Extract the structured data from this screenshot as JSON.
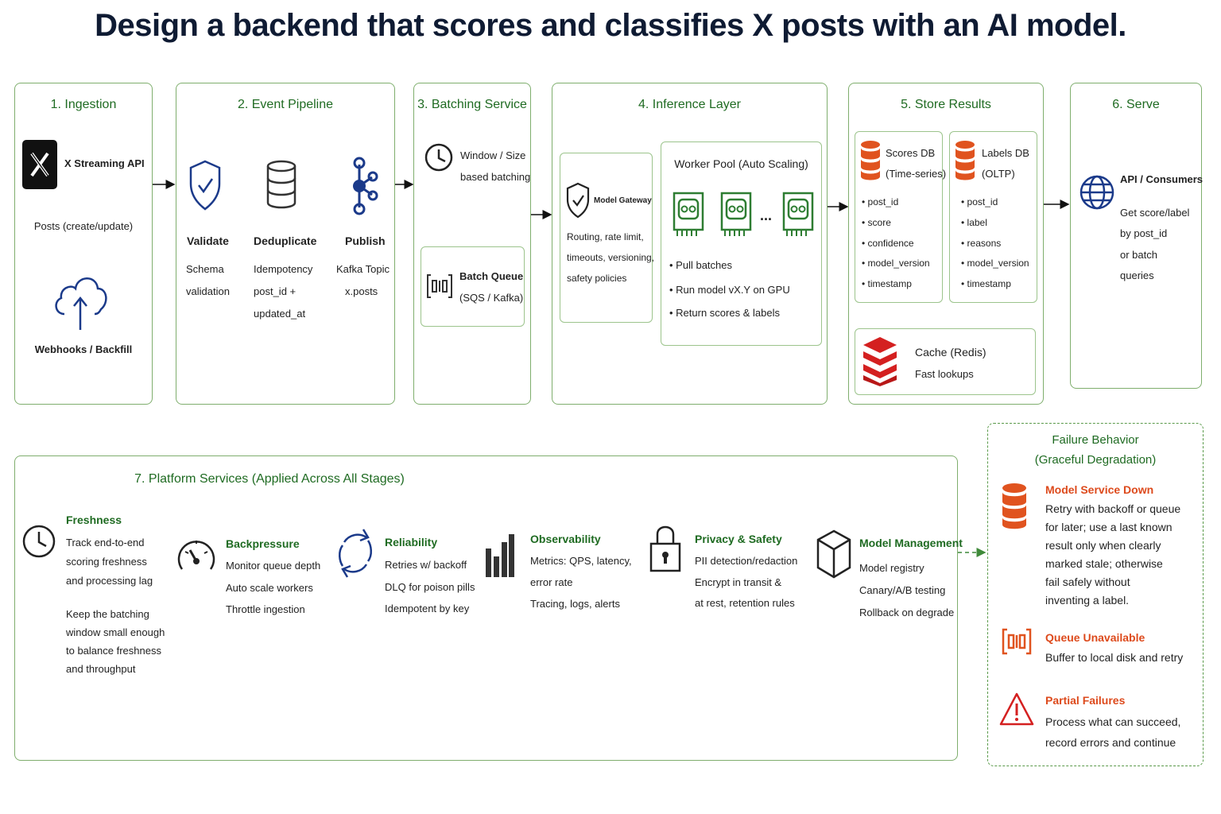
{
  "title": "Design a backend that scores and classifies X posts with an AI model.",
  "colors": {
    "stage_border": "#7fae6d",
    "heading_green": "#1f6b22",
    "navy": "#1b3a8a",
    "orange": "#e0531f",
    "red": "#d42020"
  },
  "ingestion": {
    "heading": "1. Ingestion",
    "api_label": "X Streaming API",
    "api_sub": "Posts (create/update)",
    "webhooks": "Webhooks / Backfill",
    "icons": [
      "x-logo-icon",
      "cloud-upload-icon"
    ]
  },
  "pipeline": {
    "heading": "2. Event Pipeline",
    "steps": [
      {
        "label": "Validate",
        "lines": [
          "Schema",
          "validation"
        ],
        "icon": "shield-check-icon"
      },
      {
        "label": "Deduplicate",
        "lines": [
          "Idempotency",
          "post_id +",
          "updated_at"
        ],
        "icon": "database-icon"
      },
      {
        "label": "Publish",
        "lines": [
          "Kafka Topic",
          "x.posts"
        ],
        "icon": "kafka-icon"
      }
    ]
  },
  "batching": {
    "heading": "3. Batching Service",
    "window_lines": [
      "Window / Size",
      "based batching"
    ],
    "queue_title": "Batch Queue",
    "queue_sub": "(SQS / Kafka)"
  },
  "inference": {
    "heading": "4. Inference Layer",
    "gateway_title": "Model Gateway",
    "gateway_lines": [
      "Routing, rate limit,",
      "timeouts, versioning,",
      "safety policies"
    ],
    "pool_title": "Worker Pool (Auto Scaling)",
    "pool_ellipsis": "...",
    "pool_bullets": [
      "Pull batches",
      "Run model vX.Y on GPU",
      "Return scores & labels"
    ]
  },
  "store": {
    "heading": "5. Store Results",
    "scores_title": [
      "Scores DB",
      "(Time-series)"
    ],
    "scores_fields": [
      "post_id",
      "score",
      "confidence",
      "model_version",
      "timestamp"
    ],
    "labels_title": [
      "Labels DB",
      "(OLTP)"
    ],
    "labels_fields": [
      "post_id",
      "label",
      "reasons",
      "model_version",
      "timestamp"
    ],
    "cache_title": "Cache (Redis)",
    "cache_sub": "Fast lookups"
  },
  "serve": {
    "heading": "6. Serve",
    "title": "API / Consumers",
    "lines": [
      "Get score/label",
      "by post_id",
      "or batch",
      "queries"
    ]
  },
  "platform": {
    "heading": "7. Platform Services (Applied Across All Stages)",
    "items": [
      {
        "title": "Freshness",
        "lines": [
          "Track end-to-end",
          "scoring freshness",
          "and processing lag"
        ],
        "extra": [
          "Keep the batching",
          "window small enough",
          "to balance freshness",
          "and throughput"
        ],
        "icon": "clock-icon"
      },
      {
        "title": "Backpressure",
        "lines": [
          "Monitor queue depth",
          "Auto scale workers",
          "Throttle ingestion"
        ],
        "icon": "gauge-icon"
      },
      {
        "title": "Reliability",
        "lines": [
          "Retries w/ backoff",
          "DLQ for poison pills",
          "Idempotent by key"
        ],
        "icon": "refresh-icon"
      },
      {
        "title": "Observability",
        "lines": [
          "Metrics: QPS, latency,",
          "error rate",
          "Tracing, logs, alerts"
        ],
        "icon": "bar-chart-icon"
      },
      {
        "title": "Privacy & Safety",
        "lines": [
          "PII detection/redaction",
          "Encrypt in transit &",
          "at rest, retention rules"
        ],
        "icon": "lock-icon"
      },
      {
        "title": "Model Management",
        "lines": [
          "Model registry",
          "Canary/A/B testing",
          "Rollback on degrade"
        ],
        "icon": "cube-icon"
      }
    ]
  },
  "failure": {
    "heading": [
      "Failure Behavior",
      "(Graceful Degradation)"
    ],
    "items": [
      {
        "title": "Model Service Down",
        "lines": [
          "Retry with backoff or queue",
          "for later; use a last known",
          "result only when clearly",
          "marked stale; otherwise",
          "fail safely without",
          "inventing a label."
        ],
        "icon": "database-orange-icon"
      },
      {
        "title": "Queue Unavailable",
        "lines": [
          "Buffer to local disk and retry"
        ],
        "icon": "queue-icon"
      },
      {
        "title": "Partial Failures",
        "lines": [
          "Process what can succeed,",
          "record errors and continue"
        ],
        "icon": "warning-icon"
      }
    ]
  }
}
